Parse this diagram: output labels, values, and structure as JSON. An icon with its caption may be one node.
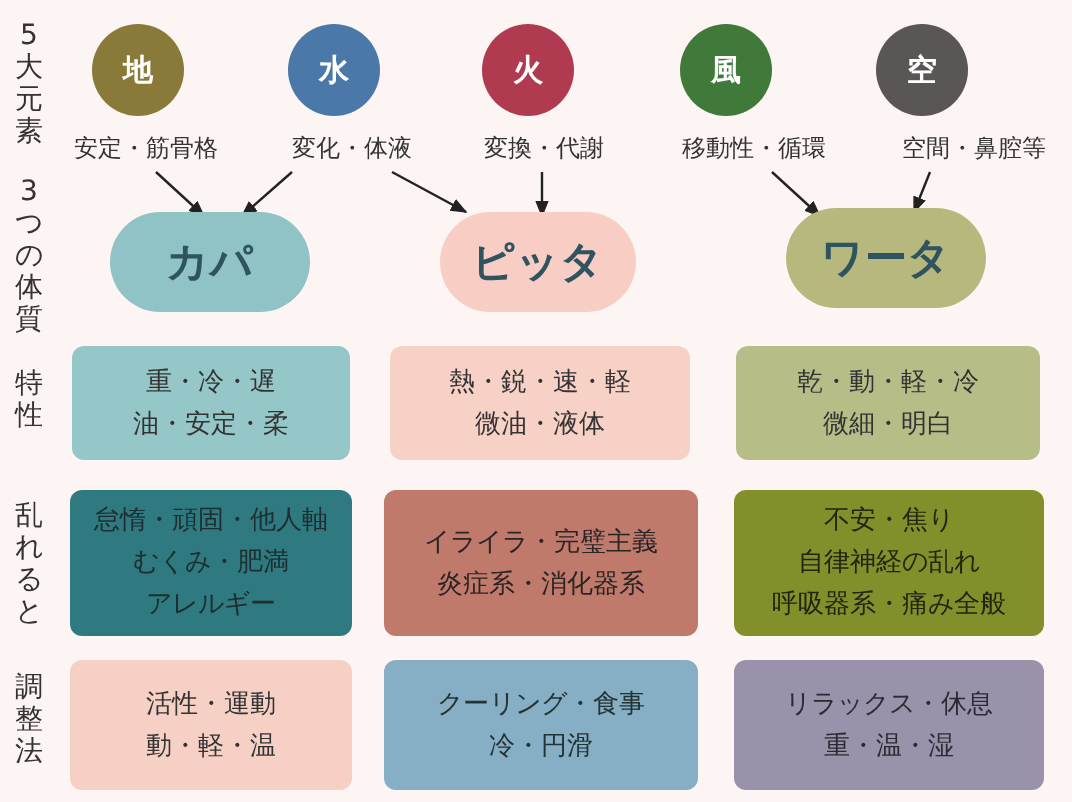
{
  "diagram": {
    "nodes": [
      {
        "text": [
          "地"
        ]
      },
      {
        "text": [
          "水"
        ]
      },
      {
        "text": [
          "火"
        ]
      },
      {
        "text": [
          "風"
        ]
      },
      {
        "text": [
          "空"
        ]
      },
      {
        "text": [
          "安定・筋骨格"
        ]
      },
      {
        "text": [
          "変化・体液"
        ]
      },
      {
        "text": [
          "変換・代謝"
        ]
      },
      {
        "text": [
          "移動性・循環"
        ]
      },
      {
        "text": [
          "空間・鼻腔等"
        ]
      },
      {
        "text": [
          "カパ"
        ]
      },
      {
        "text": [
          "ピッタ"
        ]
      },
      {
        "text": [
          "ワータ"
        ]
      },
      {
        "text": [
          "重・冷・遅",
          "油・安定・柔"
        ]
      },
      {
        "text": [
          "熱・鋭・速・軽",
          "微油・液体"
        ]
      },
      {
        "text": [
          "乾・動・軽・冷",
          "微細・明白"
        ]
      },
      {
        "text": [
          "怠惰・頑固・他人軸",
          "むくみ・肥満",
          "アレルギー"
        ]
      },
      {
        "text": [
          "イライラ・完璧主義",
          "炎症系・消化器系"
        ]
      },
      {
        "text": [
          "不安・焦り",
          "自律神経の乱れ",
          "呼吸器系・痛み全般"
        ]
      },
      {
        "text": [
          "活性・運動",
          "動・軽・温"
        ]
      },
      {
        "text": [
          "クーリング・食事",
          "冷・円滑"
        ]
      },
      {
        "text": [
          "リラックス・休息",
          "重・温・湿"
        ]
      }
    ],
    "edges": [
      {
        "from": 5,
        "to": 10,
        "arrow": "to"
      },
      {
        "from": 6,
        "to": 10,
        "arrow": "to"
      },
      {
        "from": 6,
        "to": 11,
        "arrow": "to"
      },
      {
        "from": 7,
        "to": 11,
        "arrow": "to"
      },
      {
        "from": 8,
        "to": 12,
        "arrow": "to"
      },
      {
        "from": 9,
        "to": 12,
        "arrow": "to"
      }
    ],
    "labels": [
      "5大元素",
      "3つの体質",
      "特性",
      "乱れると",
      "調整法"
    ]
  }
}
